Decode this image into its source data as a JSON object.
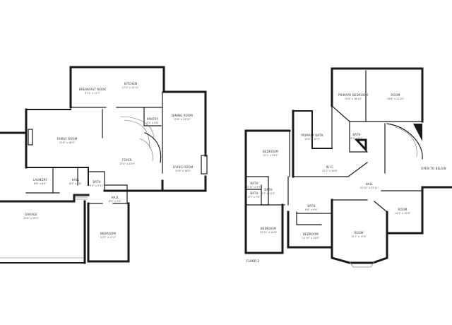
{
  "floor_label": "FLOOR 2",
  "colors": {
    "wall": "#1a1a1a",
    "text": "#333333",
    "background": "#ffffff"
  },
  "floor1_rooms": [
    {
      "id": "breakfast",
      "name": "BREAKFAST NOOK",
      "dims": "9'11\" x 12'7\""
    },
    {
      "id": "kitchen",
      "name": "KITCHEN",
      "dims": "17'2\" x 12'11\""
    },
    {
      "id": "dining",
      "name": "DINING ROOM",
      "dims": "12'8\" x 13'10\""
    },
    {
      "id": "pantry",
      "name": "PANTRY",
      "dims": "4'3\" x 5'8\""
    },
    {
      "id": "family",
      "name": "FAMILY ROOM",
      "dims": "21'6\" x 18'5\""
    },
    {
      "id": "foyer",
      "name": "FOYER",
      "dims": "17'4\" x 23'9\""
    },
    {
      "id": "living",
      "name": "LIVING ROOM",
      "dims": "12'6\" x 18'4\""
    },
    {
      "id": "laundry",
      "name": "LAUNDRY",
      "dims": "6'8\" x 6'0\""
    },
    {
      "id": "hall1",
      "name": "HALL",
      "dims": "8'0\" x 3'8\""
    },
    {
      "id": "bath1",
      "name": "BATH",
      "dims": "9'0\" x 5'11\""
    },
    {
      "id": "hall2",
      "name": "HALL",
      "dims": "8'0\" x 3'6\""
    },
    {
      "id": "garage",
      "name": "GARAGE",
      "dims": "25'6\" x 26'5\""
    },
    {
      "id": "bedroom1",
      "name": "BEDROOM",
      "dims": "11'2\" x 17'2\""
    }
  ],
  "floor2_rooms": [
    {
      "id": "primary_bed",
      "name": "PRIMARY BEDROOM",
      "dims": "15'0\" x 18'10\""
    },
    {
      "id": "room_top",
      "name": "ROOM",
      "dims": "15'8\" x 12'10\""
    },
    {
      "id": "primary_bath",
      "name": "PRIMARY BATH",
      "dims": "13'6\" x 10'2\""
    },
    {
      "id": "bath_small",
      "name": "BATH",
      "dims": "5'2\" x 8'1\""
    },
    {
      "id": "bedroom2",
      "name": "BEDROOM",
      "dims": "12'1\" x 13'2\""
    },
    {
      "id": "wic",
      "name": "W.I.C",
      "dims": "22'1\" x 10'8\""
    },
    {
      "id": "open_below",
      "name": "OPEN TO BELOW",
      "dims": ""
    },
    {
      "id": "bath3",
      "name": "BATH",
      "dims": "5'11\" x 3'7\""
    },
    {
      "id": "bath4",
      "name": "BATH",
      "dims": "4'7\" x 11'2\""
    },
    {
      "id": "bath5",
      "name": "BATH",
      "dims": "4'7\" x 7'0\""
    },
    {
      "id": "hall3",
      "name": "HALL",
      "dims": "31'10\" x 22'11\""
    },
    {
      "id": "room_right",
      "name": "ROOM",
      "dims": "14'1\" x 15'8\""
    },
    {
      "id": "bath6",
      "name": "BATH",
      "dims": "8'8\" x 4'9\""
    },
    {
      "id": "bedroom3",
      "name": "BEDROOM",
      "dims": "12'11\" x 14'8\""
    },
    {
      "id": "bedroom4",
      "name": "BEDROOM",
      "dims": "11'10\" x 12'8\""
    },
    {
      "id": "room_bottom",
      "name": "ROOM",
      "dims": "15'1\" x 17'8\""
    }
  ]
}
